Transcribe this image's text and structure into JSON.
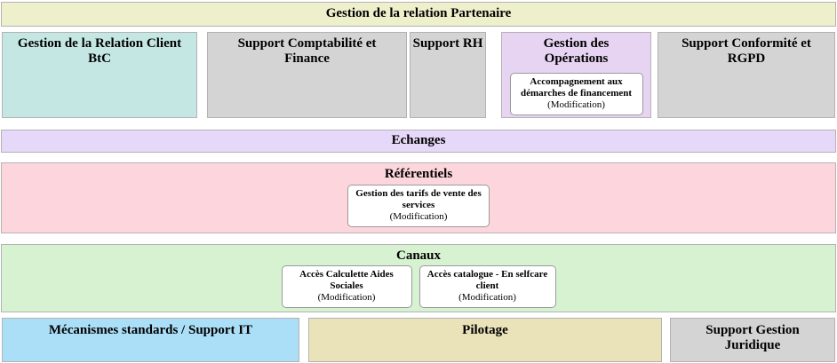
{
  "banner": {
    "label": "Gestion de la relation Partenaire",
    "bg": "#eef0cc"
  },
  "domains": [
    {
      "label": "Gestion de la Relation Client BtC",
      "bg": "#c4e7e3"
    },
    {
      "label": "Support Comptabilité et Finance",
      "bg": "#d4d4d4"
    },
    {
      "label": "Support RH",
      "bg": "#d4d4d4"
    },
    {
      "label": "Gestion des Opérations",
      "bg": "#e7d4f2",
      "item": {
        "title": "Accompagnement aux démarches de financement",
        "status": "(Modification)"
      }
    },
    {
      "label": "Support Conformité et RGPD",
      "bg": "#d4d4d4"
    }
  ],
  "bands": [
    {
      "label": "Echanges",
      "bg": "#e6d8f8"
    },
    {
      "label": "Référentiels",
      "bg": "#fdd6dd",
      "items": [
        {
          "title": "Gestion des tarifs de vente des services",
          "status": "(Modification)"
        }
      ]
    },
    {
      "label": "Canaux",
      "bg": "#d7f2d1",
      "items": [
        {
          "title": "Accès Calculette Aides Sociales",
          "status": "(Modification)"
        },
        {
          "title": "Accès catalogue - En selfcare client",
          "status": "(Modification)"
        }
      ]
    }
  ],
  "bottom": [
    {
      "label": "Mécanismes standards / Support IT",
      "bg": "#abdff7"
    },
    {
      "label": "Pilotage",
      "bg": "#eae3ba"
    },
    {
      "label": "Support Gestion Juridique",
      "bg": "#d4d4d4"
    }
  ]
}
